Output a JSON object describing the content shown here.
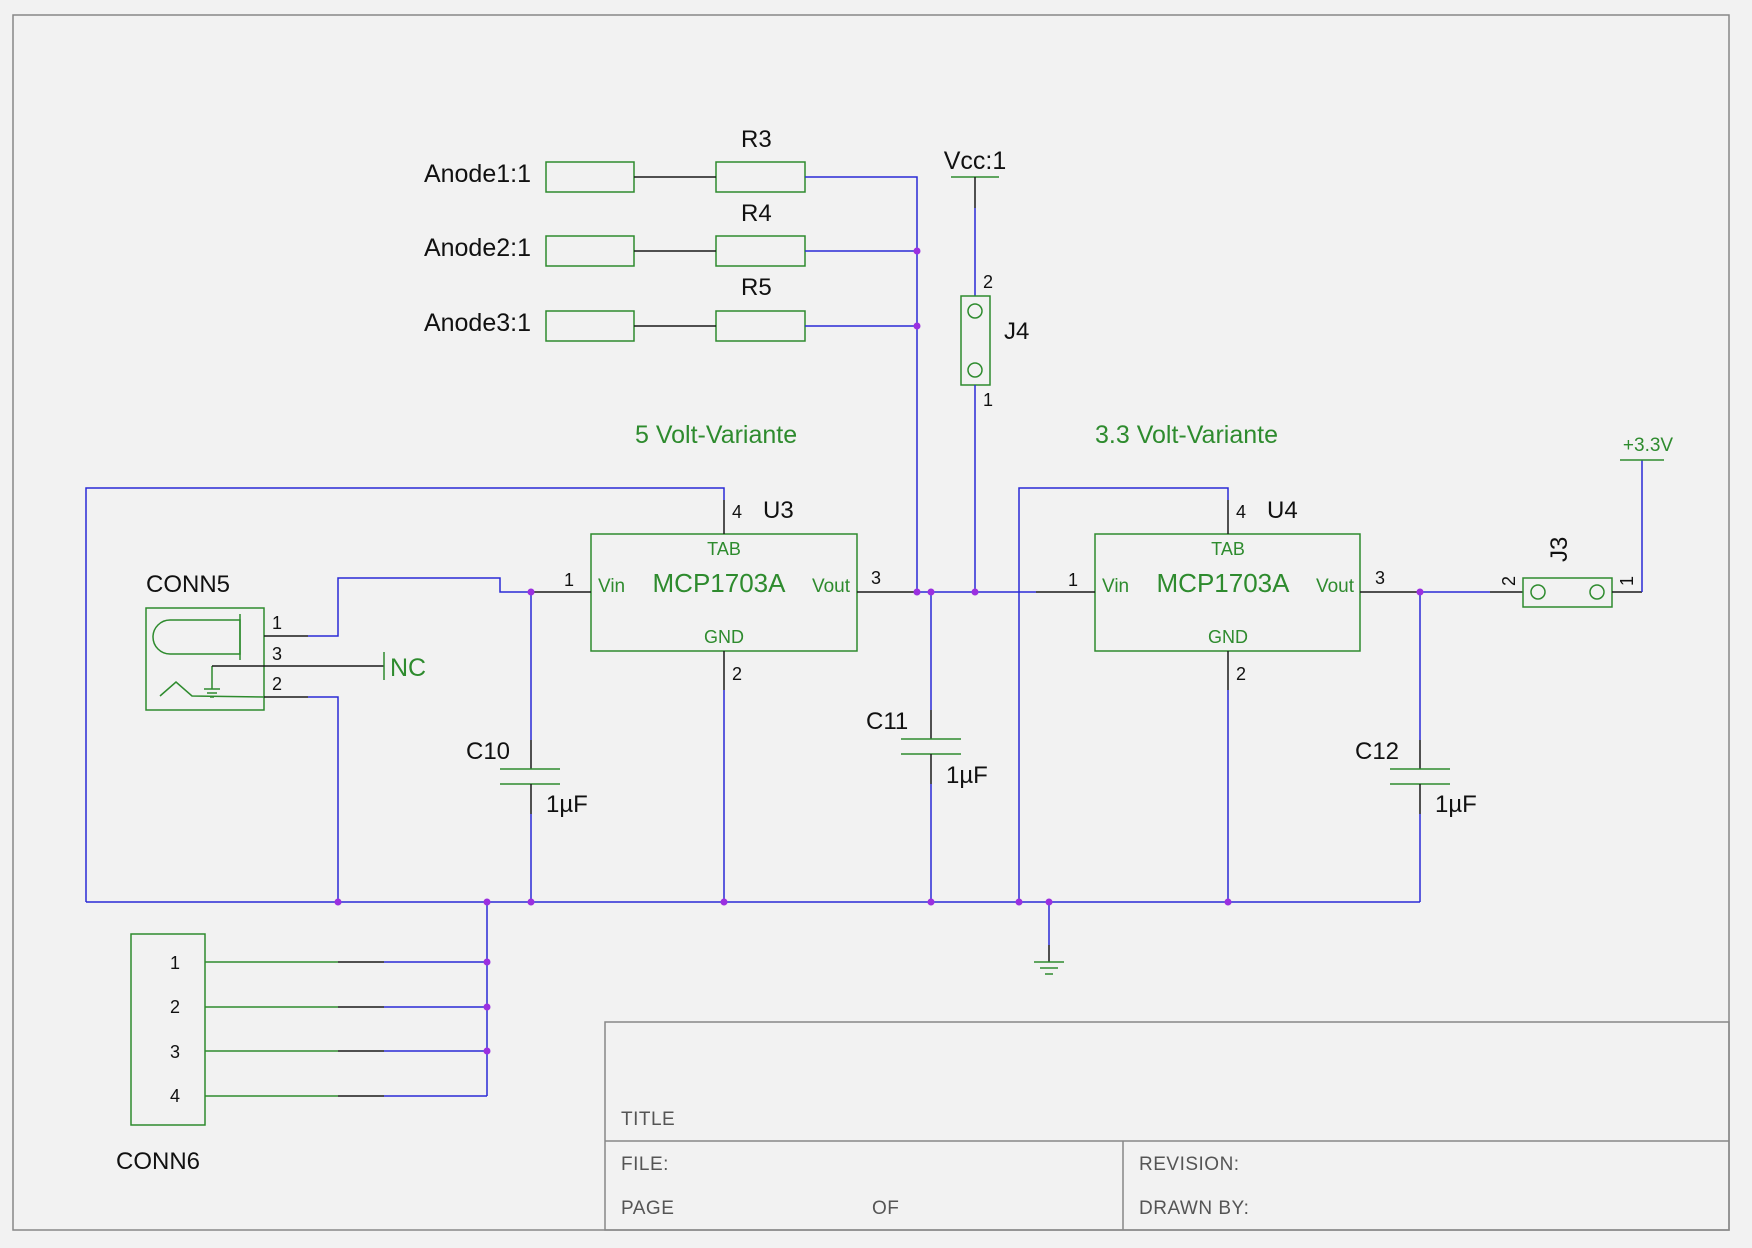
{
  "resistors": [
    {
      "ref": "R3",
      "net": "Anode1:1"
    },
    {
      "ref": "R4",
      "net": "Anode2:1"
    },
    {
      "ref": "R5",
      "net": "Anode3:1"
    }
  ],
  "notes": {
    "five_volt": "5 Volt-Variante",
    "three_volt": "3.3 Volt-Variante"
  },
  "regulators": [
    {
      "ref": "U3",
      "part": "MCP1703A",
      "pin_tab": "TAB",
      "pin_vin": "Vin",
      "pin_vout": "Vout",
      "pin_gnd": "GND",
      "n1": "1",
      "n2": "2",
      "n3": "3",
      "n4": "4"
    },
    {
      "ref": "U4",
      "part": "MCP1703A",
      "pin_tab": "TAB",
      "pin_vin": "Vin",
      "pin_vout": "Vout",
      "pin_gnd": "GND",
      "n1": "1",
      "n2": "2",
      "n3": "3",
      "n4": "4"
    }
  ],
  "capacitors": [
    {
      "ref": "C10",
      "value": "1µF"
    },
    {
      "ref": "C11",
      "value": "1µF"
    },
    {
      "ref": "C12",
      "value": "1µF"
    }
  ],
  "jumpers": {
    "j4": {
      "ref": "J4",
      "pin_top": "2",
      "pin_bottom": "1"
    },
    "j3": {
      "ref": "J3",
      "pin_left": "2",
      "pin_right": "1"
    }
  },
  "vcc_label": "Vcc:1",
  "power_label": "+3.3V",
  "conn5": {
    "ref": "CONN5",
    "p1": "1",
    "p3": "3",
    "p2": "2",
    "nc": "NC"
  },
  "conn6": {
    "ref": "CONN6",
    "pins": [
      "1",
      "2",
      "3",
      "4"
    ]
  },
  "title_block": {
    "title": "TITLE",
    "file": "FILE:",
    "page": "PAGE",
    "of": "OF",
    "revision": "REVISION:",
    "drawn_by": "DRAWN BY:"
  }
}
